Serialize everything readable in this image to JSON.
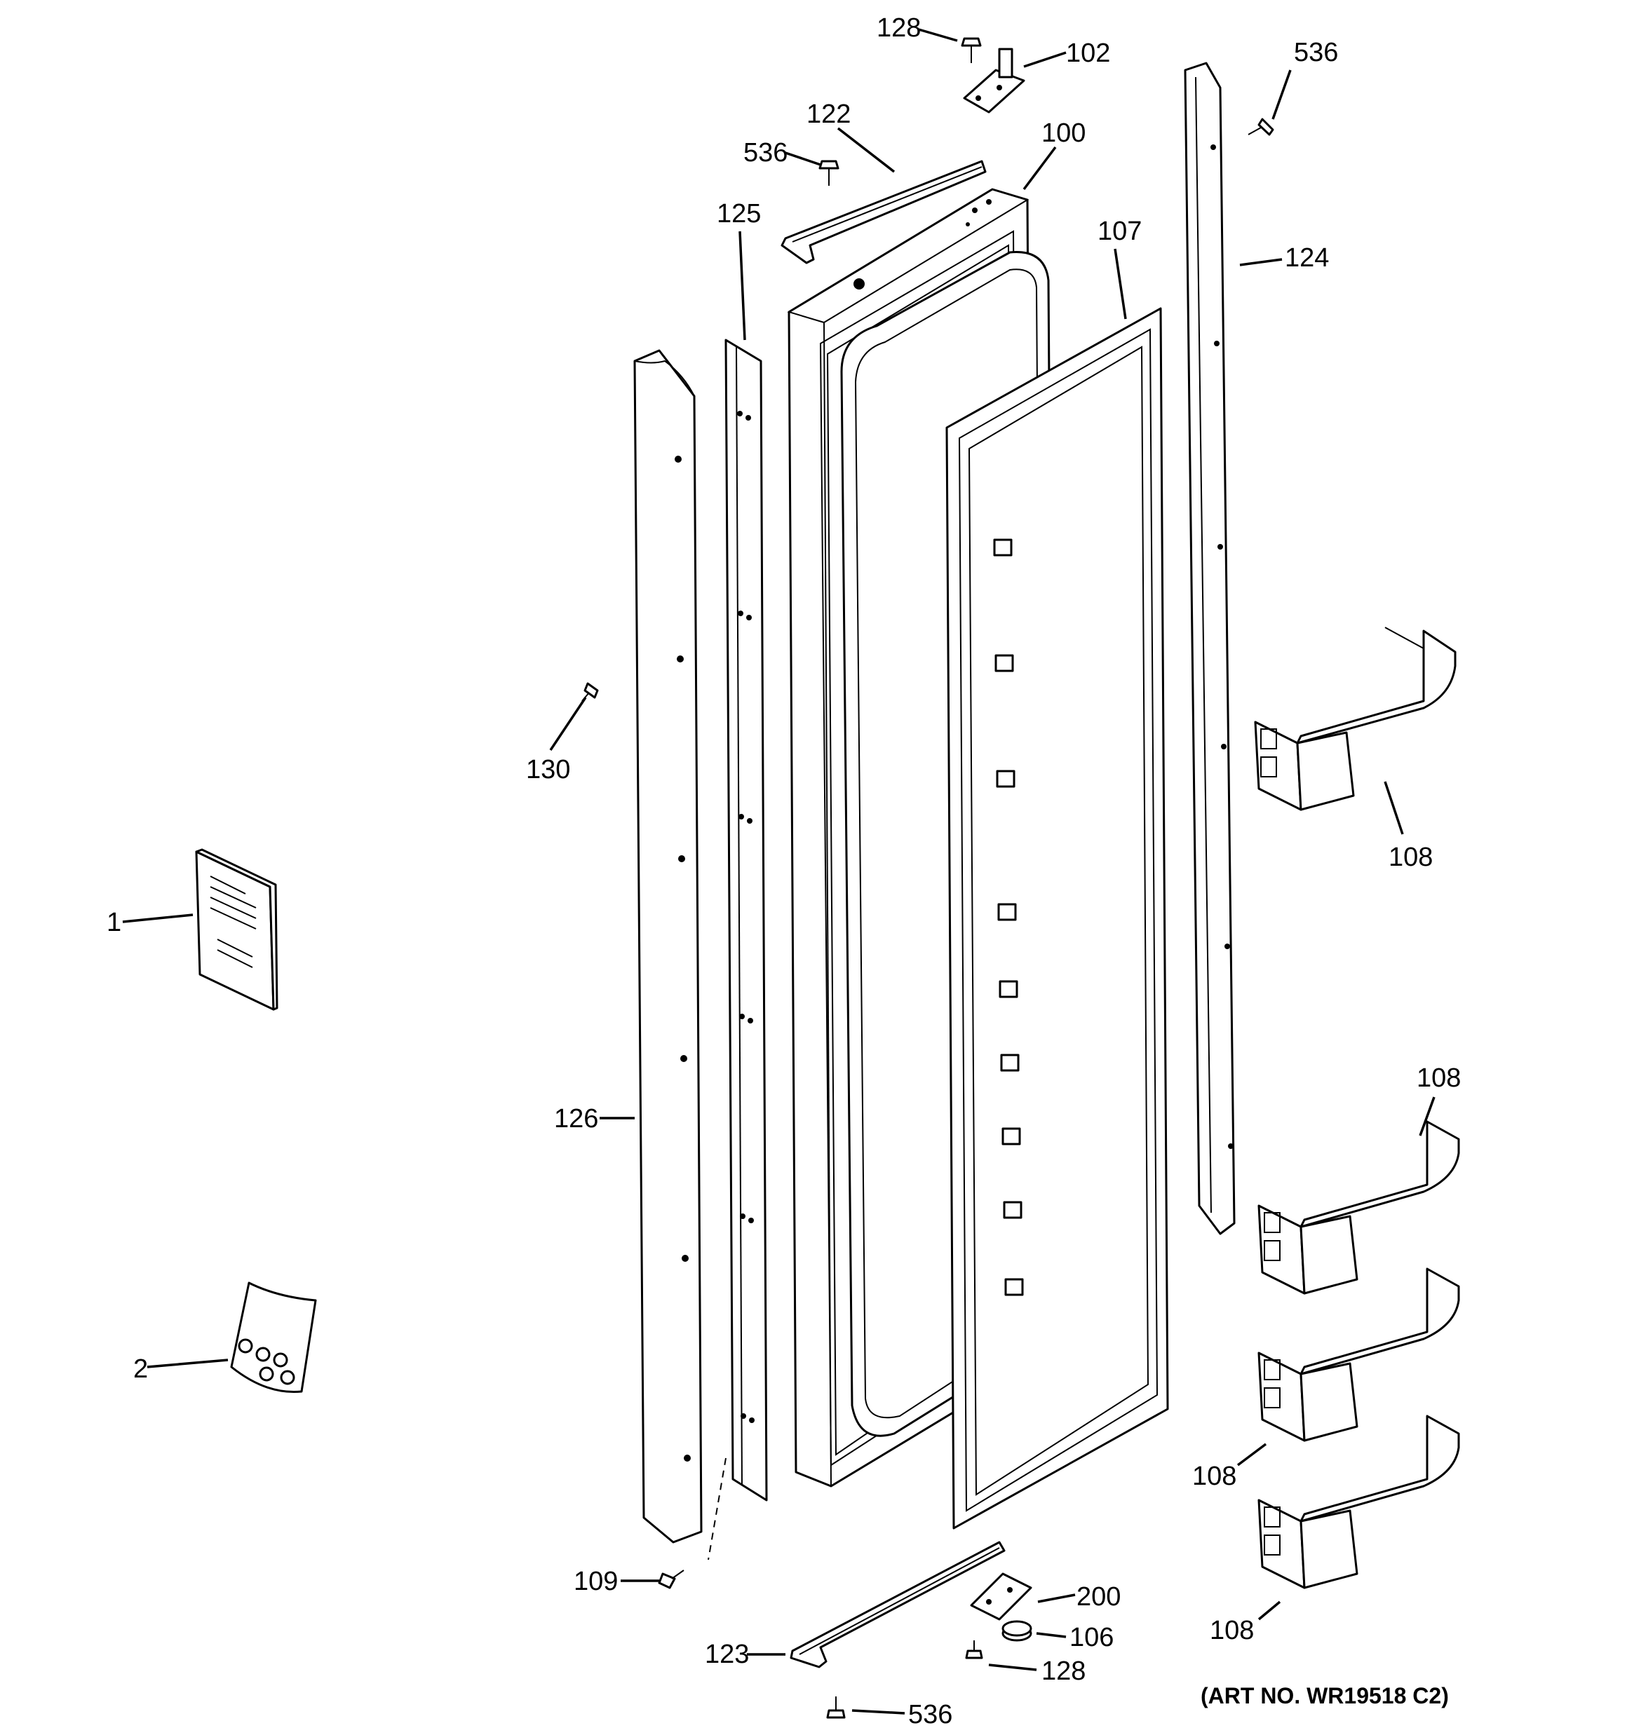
{
  "callouts": {
    "c128a": "128",
    "c102": "102",
    "c536a": "536",
    "c122": "122",
    "c536b": "536",
    "c100": "100",
    "c125": "125",
    "c107": "107",
    "c124": "124",
    "c130": "130",
    "c108a": "108",
    "c1": "1",
    "c126": "126",
    "c108b": "108",
    "c2": "2",
    "c108c": "108",
    "c109": "109",
    "c200": "200",
    "c106": "106",
    "c123": "123",
    "c128b": "128",
    "c108d": "108",
    "c536c": "536"
  },
  "art_number": "(ART NO. WR19518 C2)",
  "icons": {
    "screw": "screw-icon",
    "bag": "hardware-bag-icon",
    "manual": "manual-booklet-icon"
  }
}
